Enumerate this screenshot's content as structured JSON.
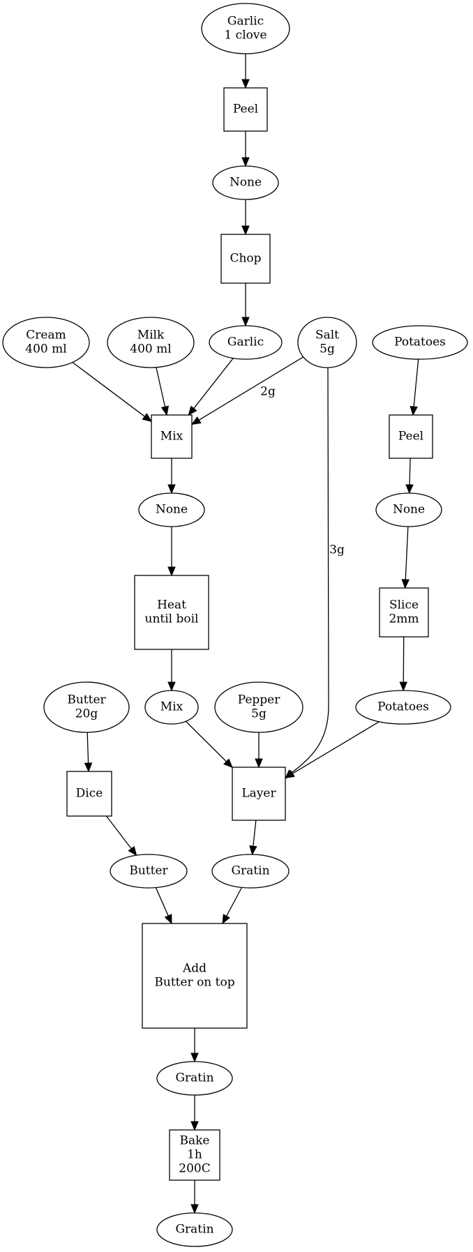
{
  "nodes": [
    {
      "id": "garlic_in",
      "shape": "ellipse",
      "lines": [
        "Garlic",
        "1 clove"
      ]
    },
    {
      "id": "peel1",
      "shape": "box",
      "lines": [
        "Peel"
      ]
    },
    {
      "id": "none1",
      "shape": "ellipse",
      "lines": [
        "None"
      ]
    },
    {
      "id": "chop",
      "shape": "box",
      "lines": [
        "Chop"
      ]
    },
    {
      "id": "cream",
      "shape": "ellipse",
      "lines": [
        "Cream",
        "400 ml"
      ]
    },
    {
      "id": "milk",
      "shape": "ellipse",
      "lines": [
        "Milk",
        "400 ml"
      ]
    },
    {
      "id": "garlic2",
      "shape": "ellipse",
      "lines": [
        "Garlic"
      ]
    },
    {
      "id": "salt",
      "shape": "ellipse",
      "lines": [
        "Salt",
        "5g"
      ]
    },
    {
      "id": "potatoes_in",
      "shape": "ellipse",
      "lines": [
        "Potatoes"
      ]
    },
    {
      "id": "mix1",
      "shape": "box",
      "lines": [
        "Mix"
      ]
    },
    {
      "id": "peel2",
      "shape": "box",
      "lines": [
        "Peel"
      ]
    },
    {
      "id": "none2",
      "shape": "ellipse",
      "lines": [
        "None"
      ]
    },
    {
      "id": "none3",
      "shape": "ellipse",
      "lines": [
        "None"
      ]
    },
    {
      "id": "heat",
      "shape": "box",
      "lines": [
        "Heat",
        "until boil"
      ]
    },
    {
      "id": "slice",
      "shape": "box",
      "lines": [
        "Slice",
        "2mm"
      ]
    },
    {
      "id": "butter_in",
      "shape": "ellipse",
      "lines": [
        "Butter",
        "20g"
      ]
    },
    {
      "id": "mix2",
      "shape": "ellipse",
      "lines": [
        "Mix"
      ]
    },
    {
      "id": "pepper",
      "shape": "ellipse",
      "lines": [
        "Pepper",
        "5g"
      ]
    },
    {
      "id": "potatoes2",
      "shape": "ellipse",
      "lines": [
        "Potatoes"
      ]
    },
    {
      "id": "dice",
      "shape": "box",
      "lines": [
        "Dice"
      ]
    },
    {
      "id": "layer",
      "shape": "box",
      "lines": [
        "Layer"
      ]
    },
    {
      "id": "butter2",
      "shape": "ellipse",
      "lines": [
        "Butter"
      ]
    },
    {
      "id": "gratin1",
      "shape": "ellipse",
      "lines": [
        "Gratin"
      ]
    },
    {
      "id": "add",
      "shape": "box",
      "lines": [
        "Add",
        "Butter on top"
      ]
    },
    {
      "id": "gratin2",
      "shape": "ellipse",
      "lines": [
        "Gratin"
      ]
    },
    {
      "id": "bake",
      "shape": "box",
      "lines": [
        "Bake",
        "1h",
        "200C"
      ]
    },
    {
      "id": "gratin3",
      "shape": "ellipse",
      "lines": [
        "Gratin"
      ]
    }
  ],
  "edges": [
    {
      "from": "garlic_in",
      "to": "peel1",
      "label": ""
    },
    {
      "from": "peel1",
      "to": "none1",
      "label": ""
    },
    {
      "from": "none1",
      "to": "chop",
      "label": ""
    },
    {
      "from": "chop",
      "to": "garlic2",
      "label": ""
    },
    {
      "from": "cream",
      "to": "mix1",
      "label": ""
    },
    {
      "from": "milk",
      "to": "mix1",
      "label": ""
    },
    {
      "from": "garlic2",
      "to": "mix1",
      "label": ""
    },
    {
      "from": "salt",
      "to": "mix1",
      "label": "2g"
    },
    {
      "from": "salt",
      "to": "layer",
      "label": "3g"
    },
    {
      "from": "potatoes_in",
      "to": "peel2",
      "label": ""
    },
    {
      "from": "mix1",
      "to": "none2",
      "label": ""
    },
    {
      "from": "peel2",
      "to": "none3",
      "label": ""
    },
    {
      "from": "none2",
      "to": "heat",
      "label": ""
    },
    {
      "from": "none3",
      "to": "slice",
      "label": ""
    },
    {
      "from": "heat",
      "to": "mix2",
      "label": ""
    },
    {
      "from": "slice",
      "to": "potatoes2",
      "label": ""
    },
    {
      "from": "butter_in",
      "to": "dice",
      "label": ""
    },
    {
      "from": "mix2",
      "to": "layer",
      "label": ""
    },
    {
      "from": "pepper",
      "to": "layer",
      "label": ""
    },
    {
      "from": "potatoes2",
      "to": "layer",
      "label": ""
    },
    {
      "from": "dice",
      "to": "butter2",
      "label": ""
    },
    {
      "from": "layer",
      "to": "gratin1",
      "label": ""
    },
    {
      "from": "butter2",
      "to": "add",
      "label": ""
    },
    {
      "from": "gratin1",
      "to": "add",
      "label": ""
    },
    {
      "from": "add",
      "to": "gratin2",
      "label": ""
    },
    {
      "from": "gratin2",
      "to": "bake",
      "label": ""
    },
    {
      "from": "bake",
      "to": "gratin3",
      "label": ""
    }
  ]
}
